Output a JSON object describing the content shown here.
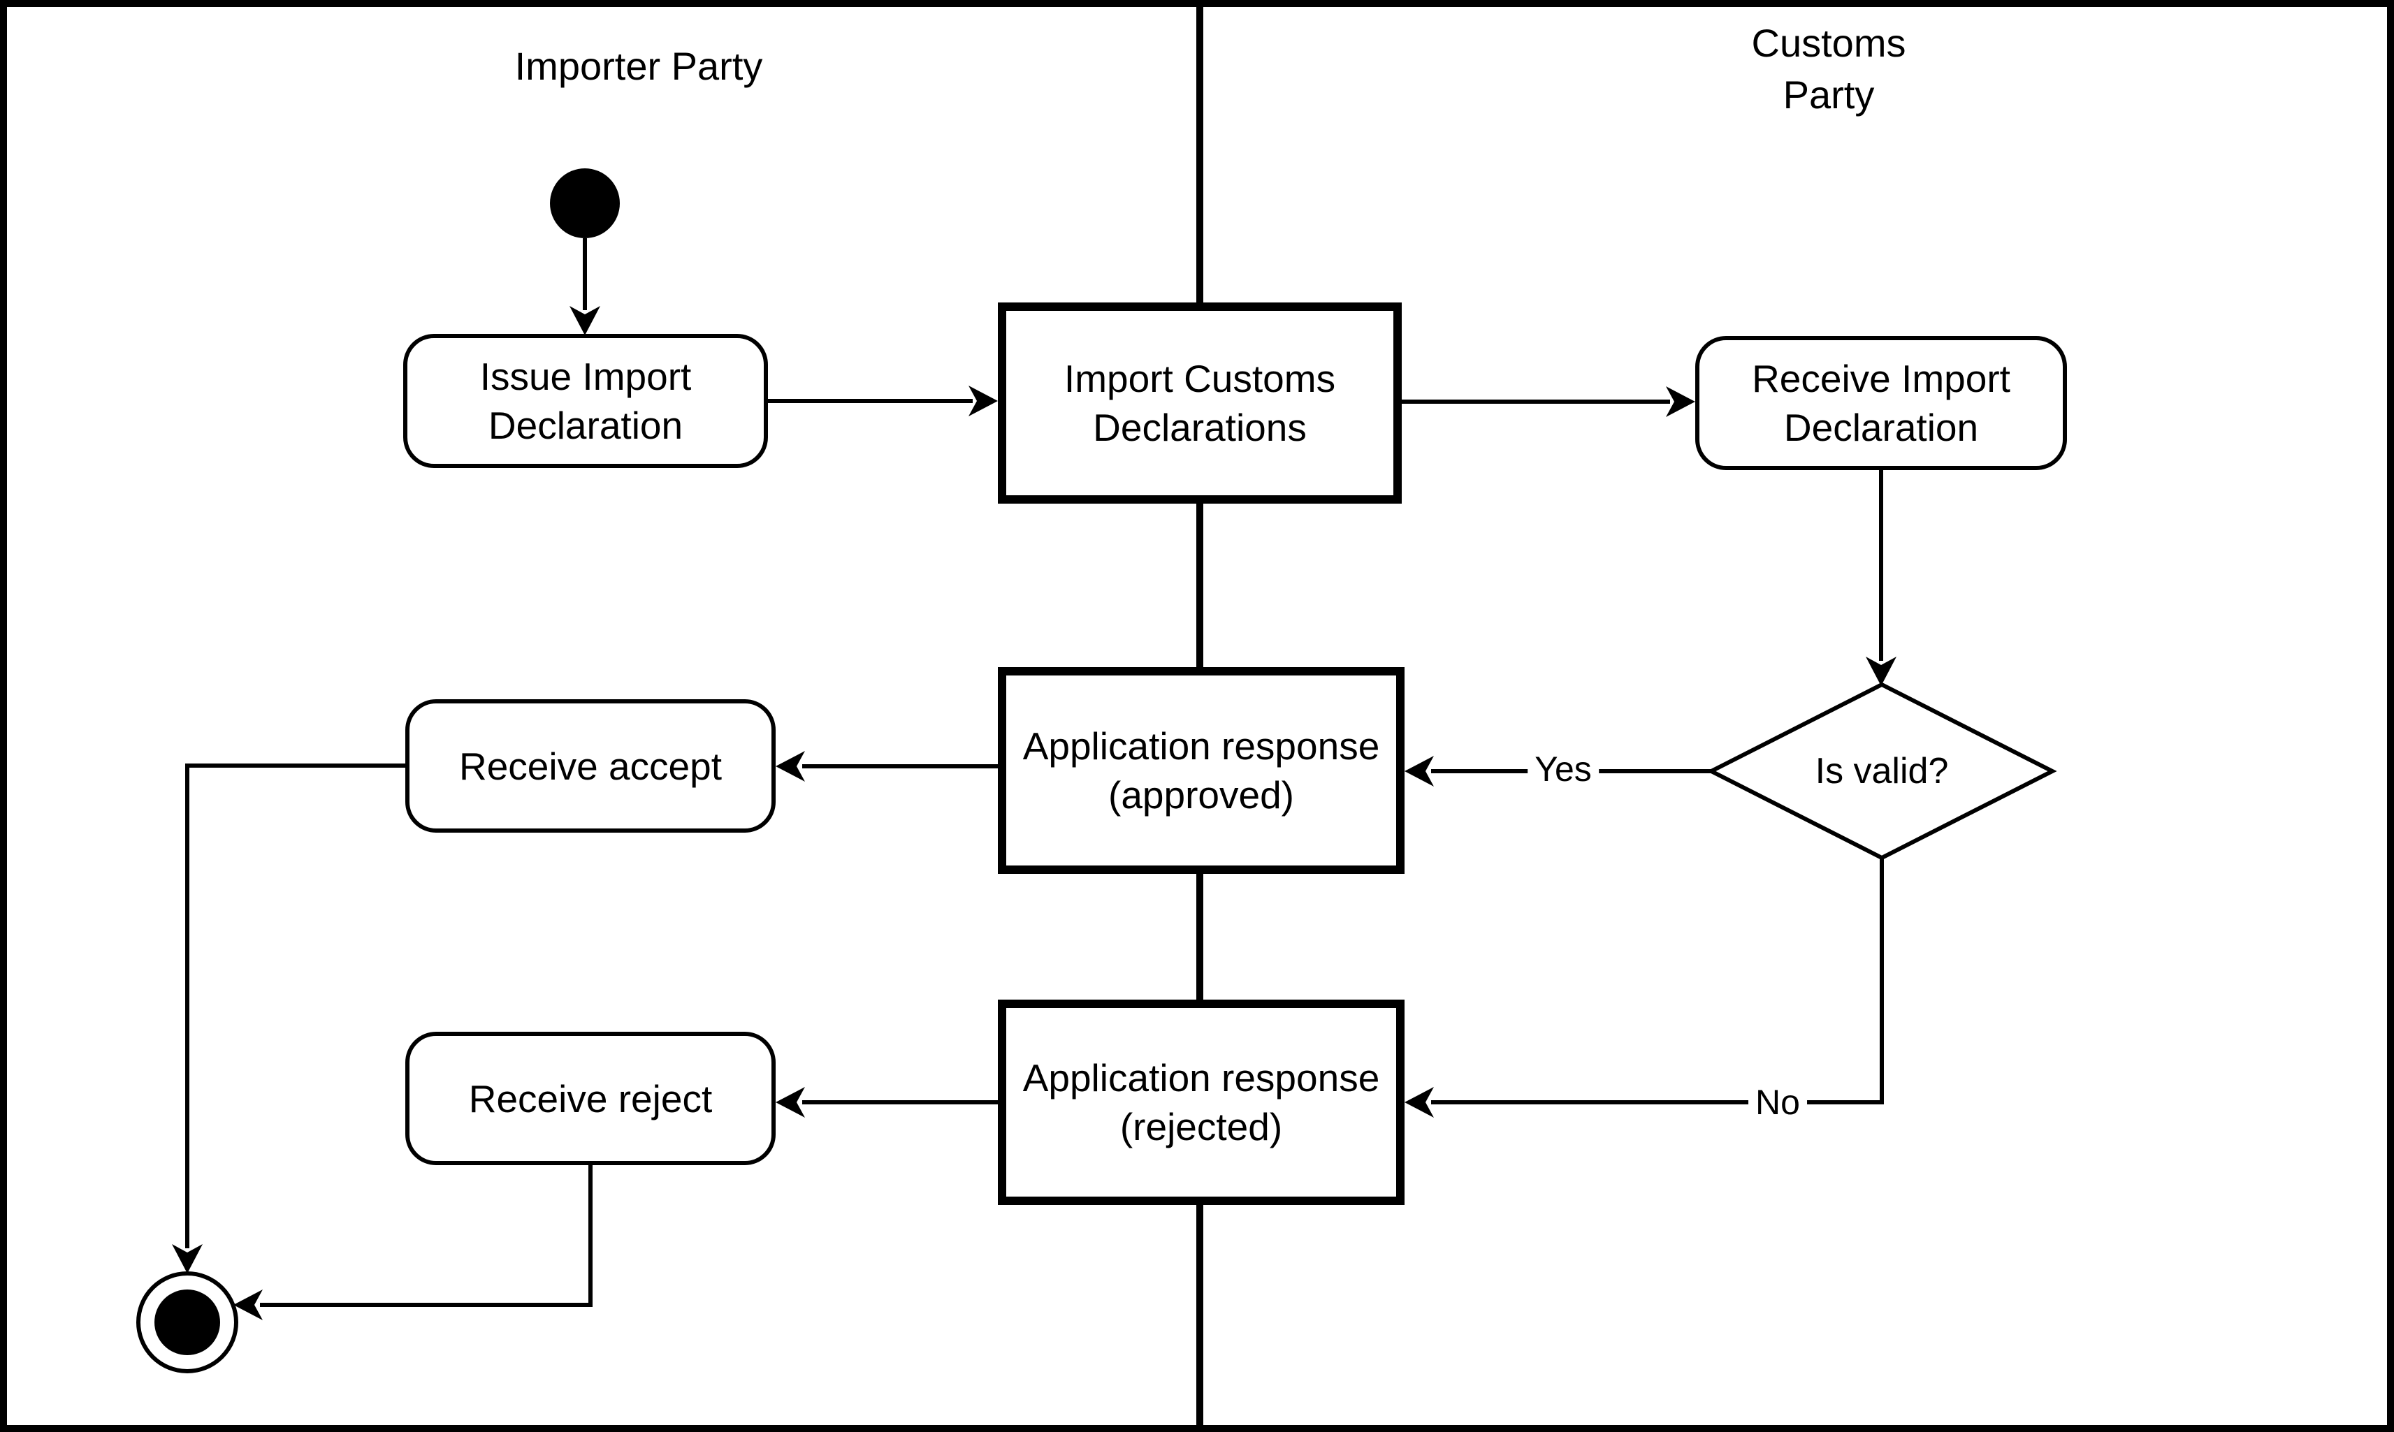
{
  "diagram": {
    "type": "uml-activity-swimlane",
    "colors": {
      "line": "#000000",
      "background": "#ffffff"
    },
    "lanes": [
      {
        "title_lines": [
          "Importer Party"
        ]
      },
      {
        "title_lines": [
          "Customs",
          "Party"
        ]
      }
    ],
    "nodes": {
      "start": {
        "type": "initial-node"
      },
      "issue_import_declaration": {
        "type": "action",
        "label": "Issue Import Declaration"
      },
      "import_customs_declarations": {
        "type": "object",
        "label": "Import Customs Declarations"
      },
      "receive_import_declaration": {
        "type": "action",
        "label": "Receive Import Declaration"
      },
      "application_response_approved": {
        "type": "object",
        "label": "Application response (approved)"
      },
      "receive_accept": {
        "type": "action",
        "label": "Receive accept"
      },
      "application_response_rejected": {
        "type": "object",
        "label": "Application response (rejected)"
      },
      "receive_reject": {
        "type": "action",
        "label": "Receive reject"
      },
      "end": {
        "type": "final-node"
      }
    },
    "decision": {
      "label": "Is valid?"
    },
    "edge_labels": {
      "yes": "Yes",
      "no": "No"
    }
  }
}
